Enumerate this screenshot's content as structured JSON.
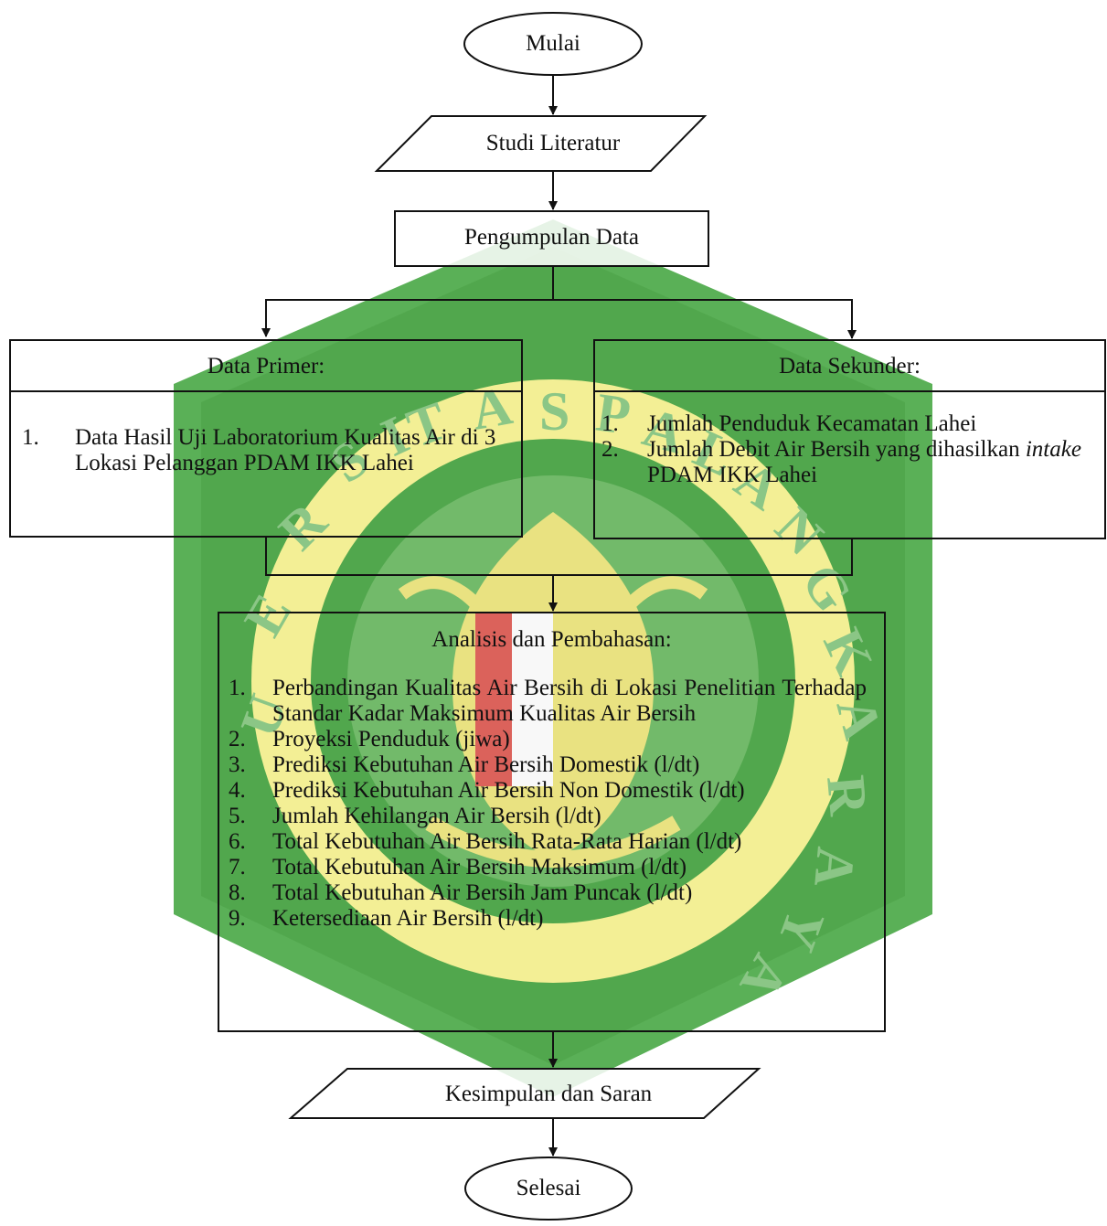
{
  "start": "Mulai",
  "literature": "Studi Literatur",
  "collection": "Pengumpulan Data",
  "primary": {
    "title": "Data Primer:",
    "items": [
      {
        "n": "1.",
        "text": "Data Hasil Uji Laboratorium Kualitas Air di 3 Lokasi Pelanggan PDAM IKK Lahei"
      }
    ]
  },
  "secondary": {
    "title": "Data Sekunder:",
    "items": [
      {
        "n": "1.",
        "text": "Jumlah Penduduk Kecamatan Lahei"
      },
      {
        "n": "2.",
        "text_pre": "Jumlah Debit Air Bersih yang dihasilkan",
        "text_italic": "intake",
        "text_post": "PDAM IKK Lahei"
      }
    ]
  },
  "analysis": {
    "title": "Analisis dan Pembahasan:",
    "items": [
      {
        "n": "1.",
        "text": "Perbandingan Kualitas Air Bersih di Lokasi Penelitian Terhadap Standar Kadar Maksimum Kualitas Air Bersih"
      },
      {
        "n": "2.",
        "text": "Proyeksi Penduduk (jiwa)"
      },
      {
        "n": "3.",
        "text": "Prediksi Kebutuhan Air Bersih Domestik (l/dt)"
      },
      {
        "n": "4.",
        "text": "Prediksi Kebutuhan Air Bersih Non Domestik (l/dt)"
      },
      {
        "n": "5.",
        "text": "Jumlah Kehilangan Air Bersih (l/dt)"
      },
      {
        "n": "6.",
        "text": "Total Kebutuhan Air Bersih Rata-Rata Harian (l/dt)"
      },
      {
        "n": "7.",
        "text": "Total Kebutuhan Air Bersih Maksimum (l/dt)"
      },
      {
        "n": "8.",
        "text": "Total Kebutuhan Air Bersih Jam Puncak (l/dt)"
      },
      {
        "n": "9.",
        "text": "Ketersediaan Air Bersih  (l/dt)"
      }
    ]
  },
  "conclusion": "Kesimpulan dan Saran",
  "end": "Selesai",
  "watermark": {
    "lettering": "UNIVERSITAS PALANGKA RAYA",
    "colors": {
      "shield": "#3f9e3a",
      "ring": "#e7e06a",
      "accent": "#d64a3c"
    }
  }
}
